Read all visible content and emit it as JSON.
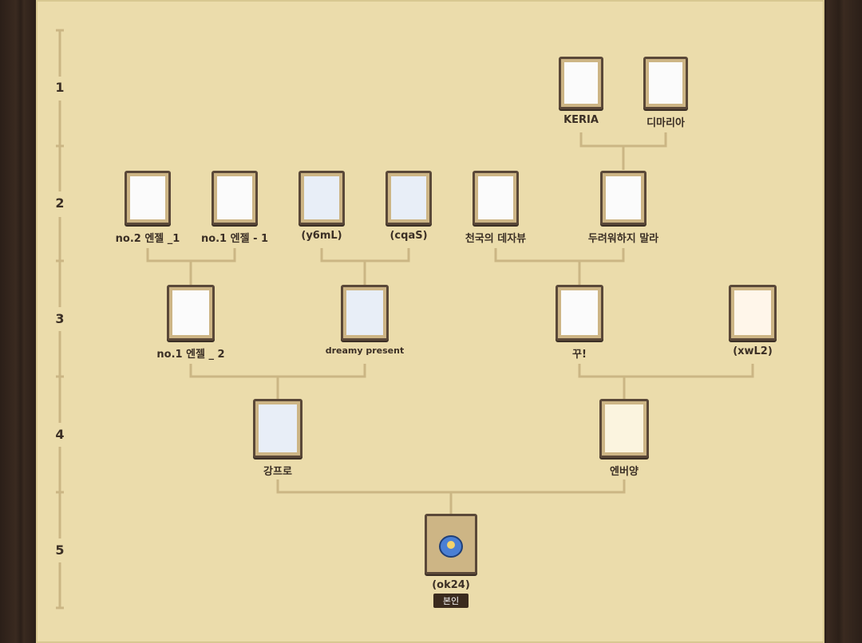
{
  "generations": [
    "1",
    "2",
    "3",
    "4",
    "5"
  ],
  "colors": {
    "line": "#cbb684",
    "card_border": "#5a4838",
    "panel": "#ebdcab"
  },
  "nodes": {
    "keria": {
      "name": "KERIA",
      "icon": "white-dragon-icon"
    },
    "dimaria": {
      "name": "디마리아",
      "icon": "white-dragon-icon"
    },
    "no2_1": {
      "name": "no.2 엔젤 _1",
      "icon": "white-dragon-icon"
    },
    "no1_1": {
      "name": "no.1 엔젤 - 1",
      "icon": "white-dragon-icon"
    },
    "y6mL": {
      "name": "(y6mL)",
      "icon": "blue-dragon-icon"
    },
    "cqaS": {
      "name": "(cqaS)",
      "icon": "blue-dragon-icon"
    },
    "heaven": {
      "name": "천국의 데자뷰",
      "icon": "white-dragon-icon"
    },
    "dontfear": {
      "name": "두려워하지 말라",
      "icon": "white-dragon-icon"
    },
    "no1_2": {
      "name": "no.1 엔젤 _ 2",
      "icon": "white-dragon-icon"
    },
    "dreamy": {
      "name": "dreamy present",
      "icon": "blue-dragon-icon"
    },
    "kku": {
      "name": "꾸!",
      "icon": "white-dragon-icon"
    },
    "xwL2": {
      "name": "(xwL2)",
      "icon": "orange-dragon-icon"
    },
    "gangpro": {
      "name": "강프로",
      "icon": "blue-dragon-icon"
    },
    "enbeoyang": {
      "name": "엔버양",
      "icon": "gold-dragon-icon"
    },
    "ok24": {
      "name": "(ok24)",
      "icon": "egg-icon",
      "badge": "본인"
    }
  }
}
